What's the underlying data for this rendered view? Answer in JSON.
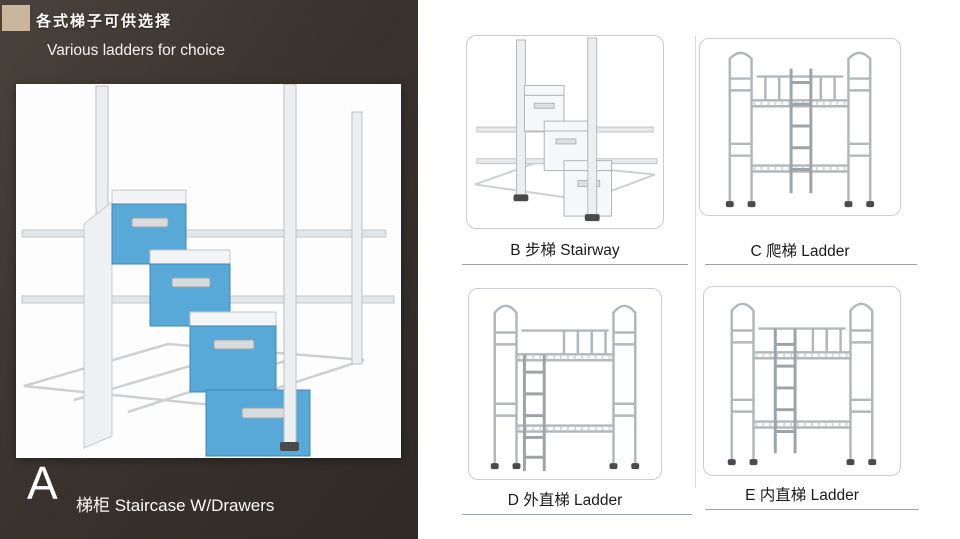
{
  "left_panel": {
    "title_zh": "各式梯子可供选择",
    "title_en": "Various ladders for choice",
    "product": {
      "letter": "A",
      "label": "梯柜 Staircase W/Drawers"
    }
  },
  "catalog": {
    "items": [
      {
        "id": "B",
        "label": "B 步梯 Stairway"
      },
      {
        "id": "C",
        "label": "C 爬梯 Ladder"
      },
      {
        "id": "D",
        "label": "D 外直梯 Ladder"
      },
      {
        "id": "E",
        "label": "E 内直梯 Ladder"
      }
    ]
  },
  "colors": {
    "panel_brown": "#3a332e",
    "tan_accent": "#c9b69d",
    "drawer_blue": "#58a9d8",
    "frame_gray": "#b2b7bb",
    "underline_gray": "#9ba1a4"
  }
}
